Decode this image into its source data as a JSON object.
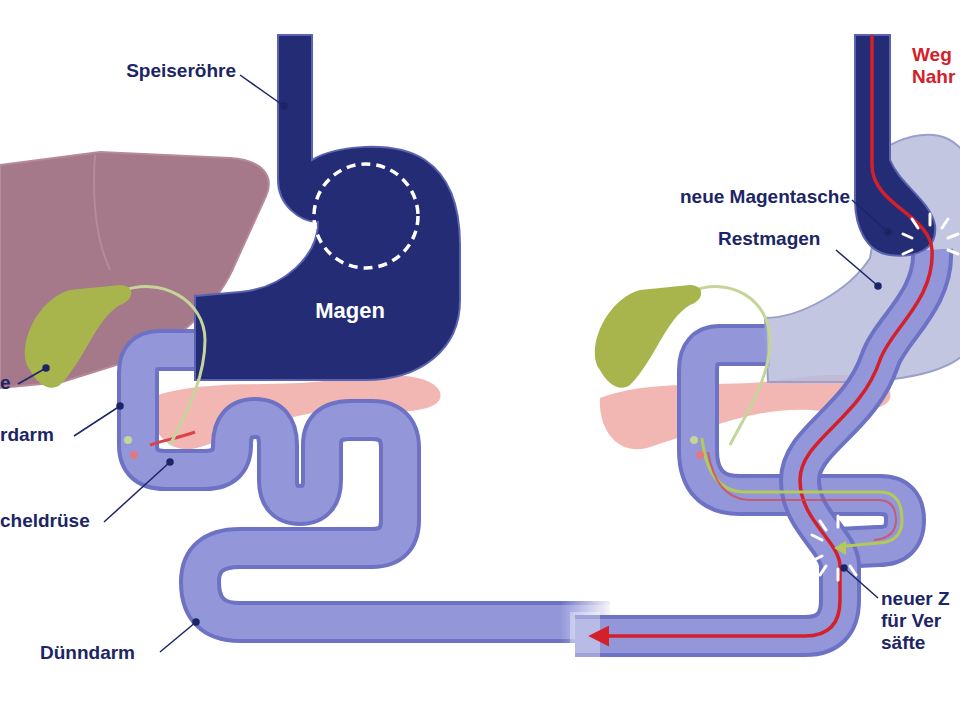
{
  "diagram": {
    "labels": [
      "Speiseröhre",
      "Magen",
      "e",
      "rdarm",
      "cheldrüse",
      "Dünndarm",
      "Weg Nahr",
      "neue Magentasche",
      "Restmagen",
      "neuer Z für Ver säfte"
    ]
  }
}
